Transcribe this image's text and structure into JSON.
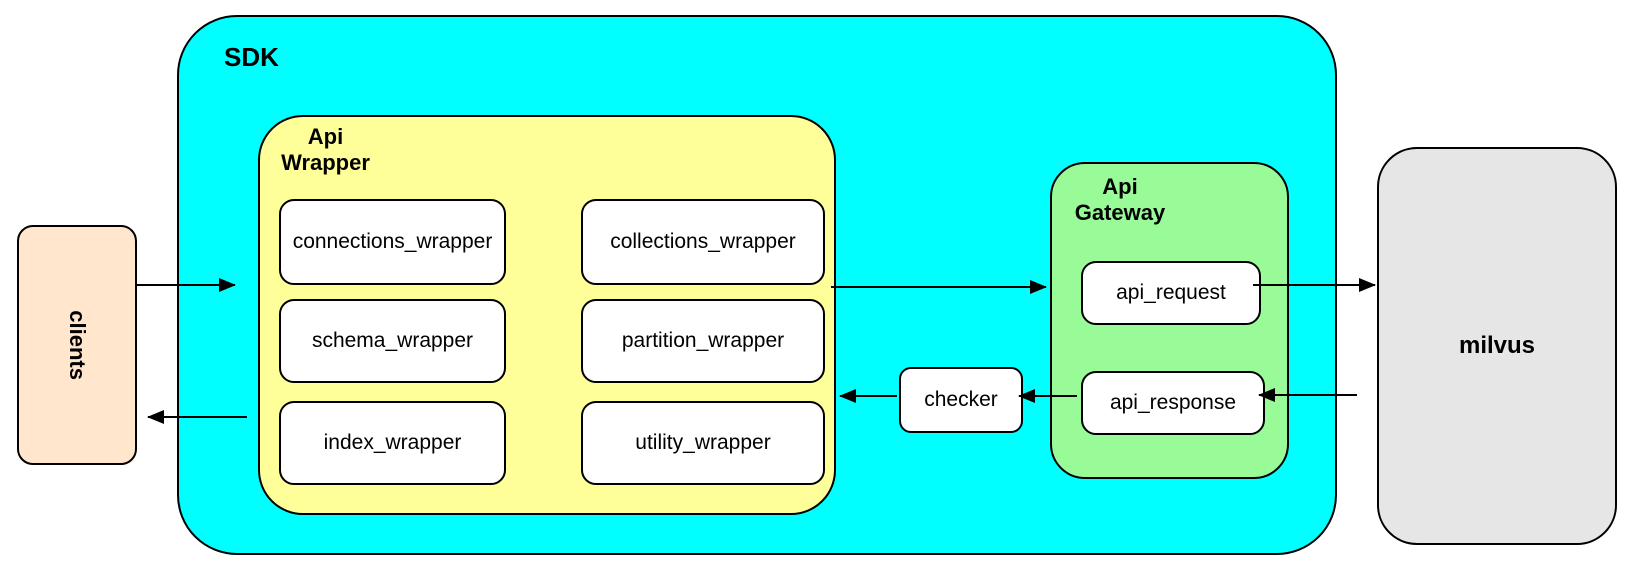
{
  "diagram": {
    "clients": {
      "label": "clients"
    },
    "sdk": {
      "label": "SDK"
    },
    "api_wrapper": {
      "title_line1": "Api",
      "title_line2": "Wrapper",
      "boxes": [
        {
          "label": "connections_wrapper"
        },
        {
          "label": "collections_wrapper"
        },
        {
          "label": "schema_wrapper"
        },
        {
          "label": "partition_wrapper"
        },
        {
          "label": "index_wrapper"
        },
        {
          "label": "utility_wrapper"
        }
      ]
    },
    "checker": {
      "label": "checker"
    },
    "api_gateway": {
      "title_line1": "Api",
      "title_line2": "Gateway",
      "boxes": [
        {
          "label": "api_request"
        },
        {
          "label": "api_response"
        }
      ]
    },
    "milvus": {
      "label": "milvus"
    },
    "colors": {
      "sdk_fill": "#00FFFF",
      "api_wrapper_fill": "#FFFF99",
      "api_gateway_fill": "#98FB98",
      "clients_fill": "#FFE6CC",
      "milvus_fill": "#E6E6E6",
      "leaf_box_fill": "#FFFFFF",
      "border": "#000000",
      "arrow": "#000000"
    }
  }
}
